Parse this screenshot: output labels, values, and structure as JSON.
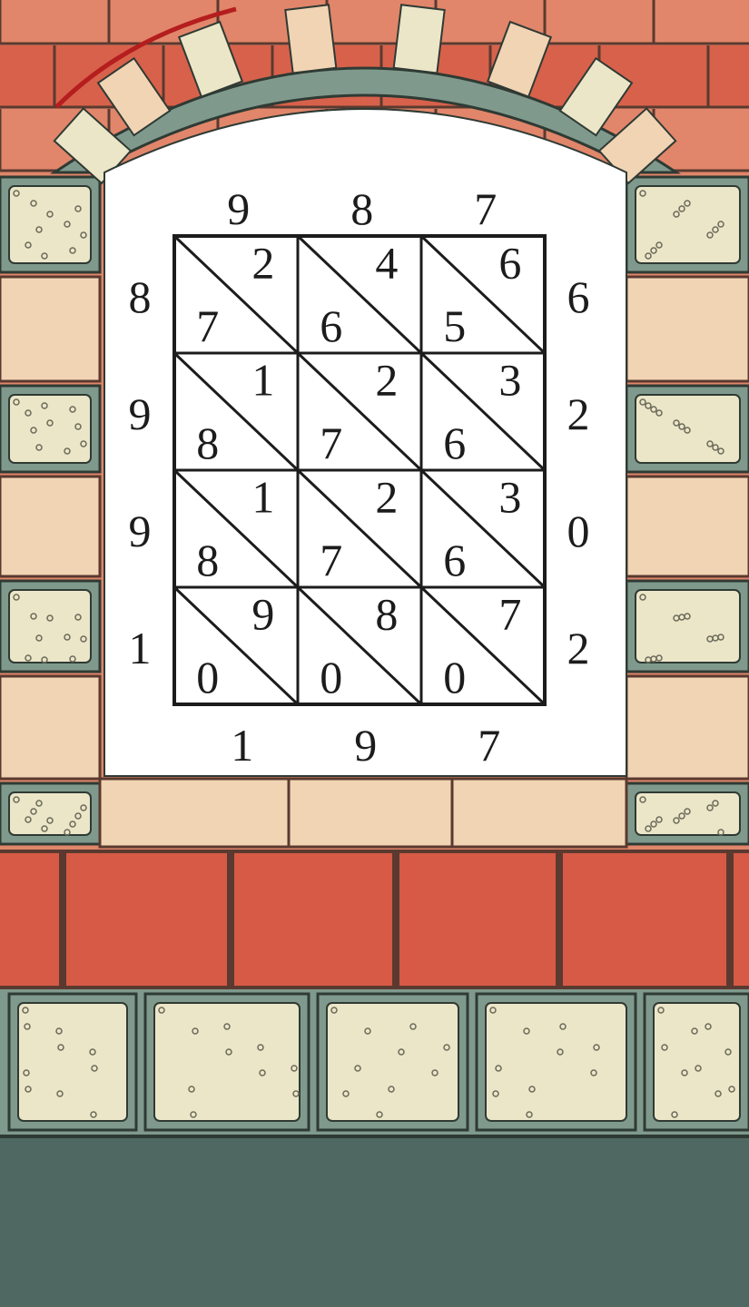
{
  "lattice": {
    "top_digits": [
      "9",
      "8",
      "7"
    ],
    "left_digits": [
      "8",
      "9",
      "9",
      "1"
    ],
    "right_digits": [
      "6",
      "2",
      "0",
      "2"
    ],
    "bottom_digits": [
      "1",
      "9",
      "7"
    ],
    "cells": [
      [
        {
          "upper": "2",
          "lower": "7"
        },
        {
          "upper": "4",
          "lower": "6"
        },
        {
          "upper": "6",
          "lower": "5"
        }
      ],
      [
        {
          "upper": "1",
          "lower": "8"
        },
        {
          "upper": "2",
          "lower": "7"
        },
        {
          "upper": "3",
          "lower": "6"
        }
      ],
      [
        {
          "upper": "1",
          "lower": "8"
        },
        {
          "upper": "2",
          "lower": "7"
        },
        {
          "upper": "3",
          "lower": "6"
        }
      ],
      [
        {
          "upper": "9",
          "lower": "0"
        },
        {
          "upper": "8",
          "lower": "0"
        },
        {
          "upper": "7",
          "lower": "0"
        }
      ]
    ]
  },
  "colors": {
    "brick": "#e0866a",
    "brick_dark": "#d65a45",
    "pale_block": "#f1d4b4",
    "stone": "#ece6c8",
    "stone_border": "#7f9a8c",
    "mortar": "#5a3a30",
    "window": "#ffffff",
    "ground": "#4f6862",
    "ink": "#1c1c1c",
    "arch_accent": "#b51e1e"
  }
}
